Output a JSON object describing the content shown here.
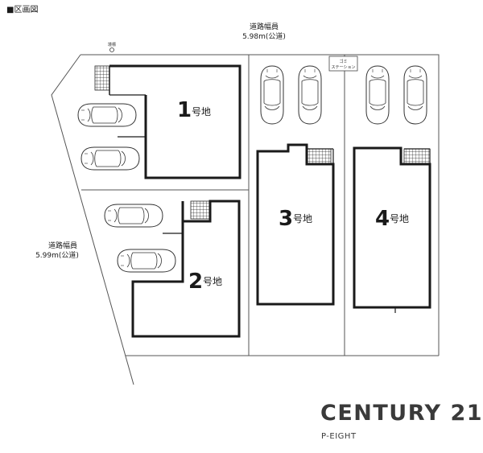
{
  "header": {
    "title": "■区画図"
  },
  "roads": {
    "top": {
      "name": "道路幅員",
      "width": "5.98m(公道)"
    },
    "left": {
      "name": "道路幅員",
      "width": "5.99m(公道)"
    }
  },
  "marker": {
    "label": "境標"
  },
  "garbage": {
    "line1": "ゴミ",
    "line2": "ステーション"
  },
  "lots": [
    {
      "num": "1",
      "suffix": "号地"
    },
    {
      "num": "2",
      "suffix": "号地"
    },
    {
      "num": "3",
      "suffix": "号地"
    },
    {
      "num": "4",
      "suffix": "号地"
    }
  ],
  "brand": {
    "name": "CENTURY 21",
    "sub": "P-EIGHT"
  }
}
